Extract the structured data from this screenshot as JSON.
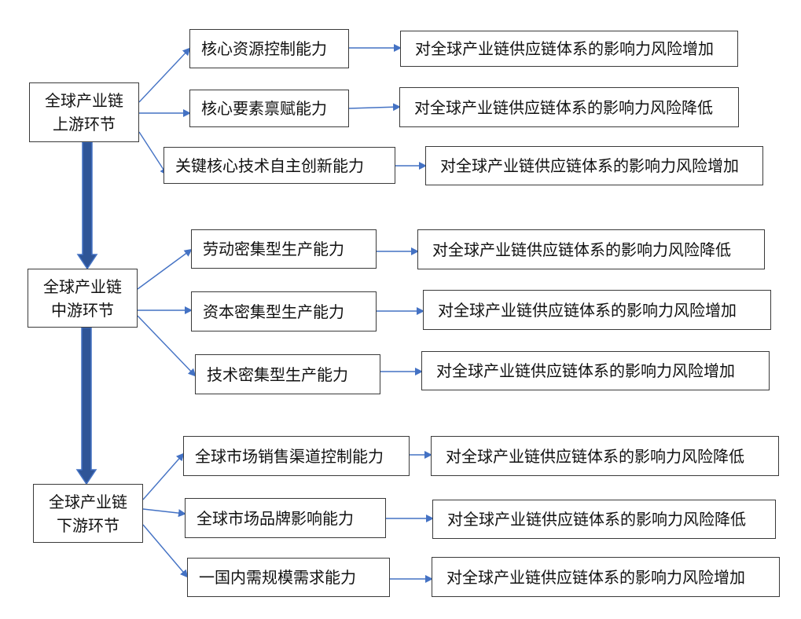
{
  "stages": [
    {
      "line1": "全球产业链",
      "line2": "上游环节",
      "items": [
        {
          "capability": "核心资源控制能力",
          "effect": "对全球产业链供应链体系的影响力风险增加"
        },
        {
          "capability": "核心要素禀赋能力",
          "effect": "对全球产业链供应链体系的影响力风险降低"
        },
        {
          "capability": "关键核心技术自主创新能力",
          "effect": "对全球产业链供应链体系的影响力风险增加"
        }
      ]
    },
    {
      "line1": "全球产业链",
      "line2": "中游环节",
      "items": [
        {
          "capability": "劳动密集型生产能力",
          "effect": "对全球产业链供应链体系的影响力风险降低"
        },
        {
          "capability": "资本密集型生产能力",
          "effect": "对全球产业链供应链体系的影响力风险增加"
        },
        {
          "capability": "技术密集型生产能力",
          "effect": "对全球产业链供应链体系的影响力风险增加"
        }
      ]
    },
    {
      "line1": "全球产业链",
      "line2": "下游环节",
      "items": [
        {
          "capability": "全球市场销售渠道控制能力",
          "effect": "对全球产业链供应链体系的影响力风险降低"
        },
        {
          "capability": "全球市场品牌影响能力",
          "effect": "对全球产业链供应链体系的影响力风险降低"
        },
        {
          "capability": "一国内需规模需求能力",
          "effect": "对全球产业链供应链体系的影响力风险增加"
        }
      ]
    }
  ],
  "colors": {
    "arrow": "#4472c4",
    "flow_arrow_fill": "#2f5597",
    "box_border": "#3a3a3a"
  }
}
